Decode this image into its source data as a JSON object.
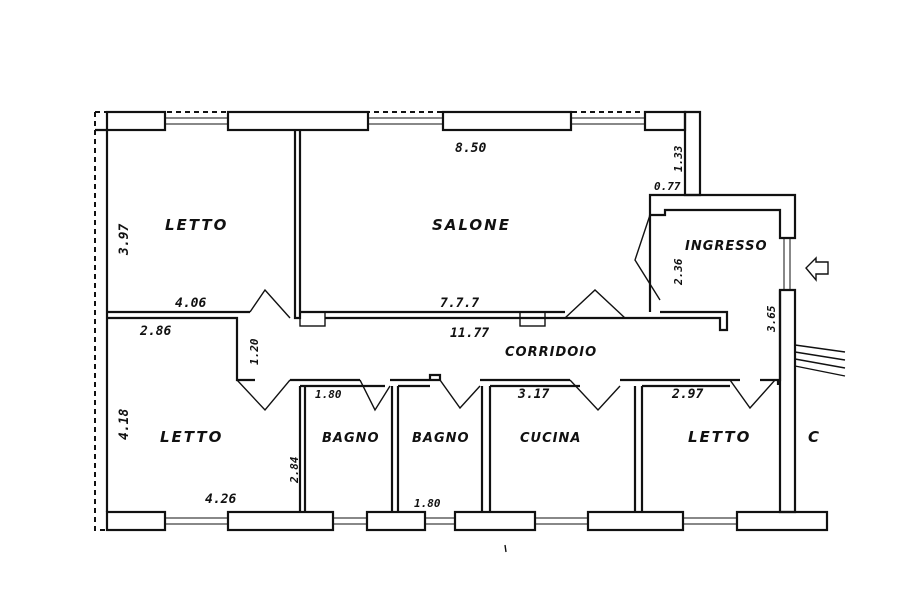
{
  "rooms": {
    "letto_1": "LETTO",
    "salone": "SALONE",
    "ingresso": "INGRESSO",
    "corridoio": "CORRIDOIO",
    "letto_2": "LETTO",
    "bagno_1": "BAGNO",
    "bagno_2": "BAGNO",
    "cucina": "CUCINA",
    "letto_3": "LETTO"
  },
  "dimensions": {
    "salone_width": "8.50",
    "salone_depth": "7.7.7",
    "letto1_height": "3.97",
    "letto1_width": "4.06",
    "top_right_a": "1.33",
    "top_right_b": "0.77",
    "ingresso": "2.36",
    "corridor_length": "11.77",
    "letto2_width_top": "2.86",
    "corridor_width": "1.20",
    "letto2_height": "4.18",
    "letto2_width_bottom": "4.26",
    "bagno1_width": "1.80",
    "bagno_height": "2.84",
    "bagno2_width": "1.80",
    "cucina_width": "3.17",
    "letto3_width": "2.97",
    "entry_side": "3.65"
  },
  "marks": {
    "right_fragment": "C"
  }
}
